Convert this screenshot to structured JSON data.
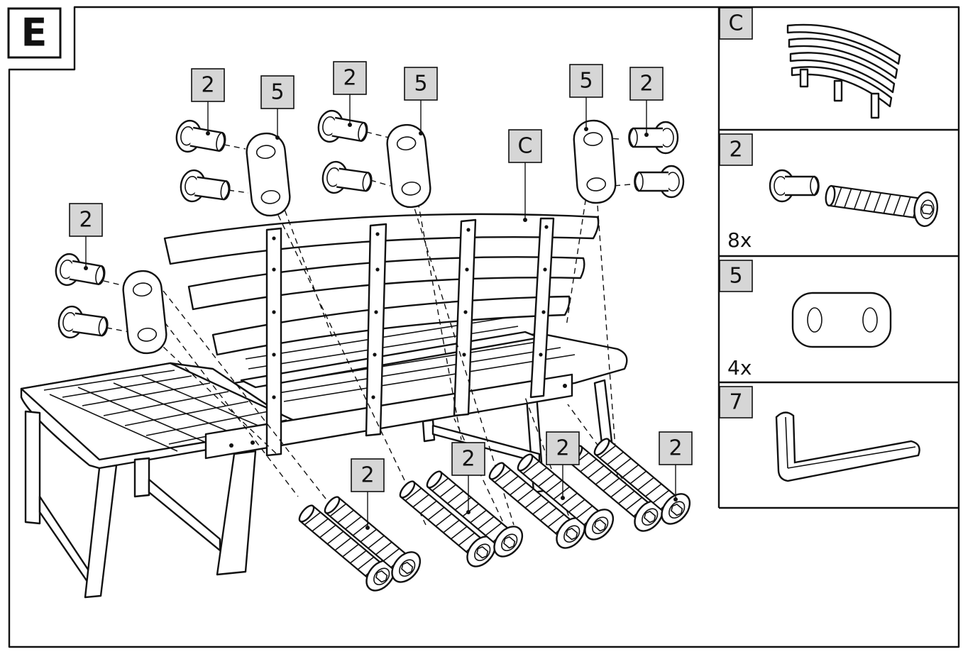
{
  "step": {
    "letter": "E"
  },
  "callouts": {
    "backrest": "C",
    "bolt": "2",
    "washer": "5"
  },
  "parts_panel": [
    {
      "id": "C",
      "quantity": "",
      "icon": "backrest-icon"
    },
    {
      "id": "2",
      "quantity": "8x",
      "icon": "bolt-and-barrel-nut-icon"
    },
    {
      "id": "5",
      "quantity": "4x",
      "icon": "washer-plate-icon"
    },
    {
      "id": "7",
      "quantity": "",
      "icon": "allen-key-icon"
    }
  ],
  "colors": {
    "line": "#111111",
    "label_fill": "#d6d6d6",
    "background": "#ffffff"
  }
}
